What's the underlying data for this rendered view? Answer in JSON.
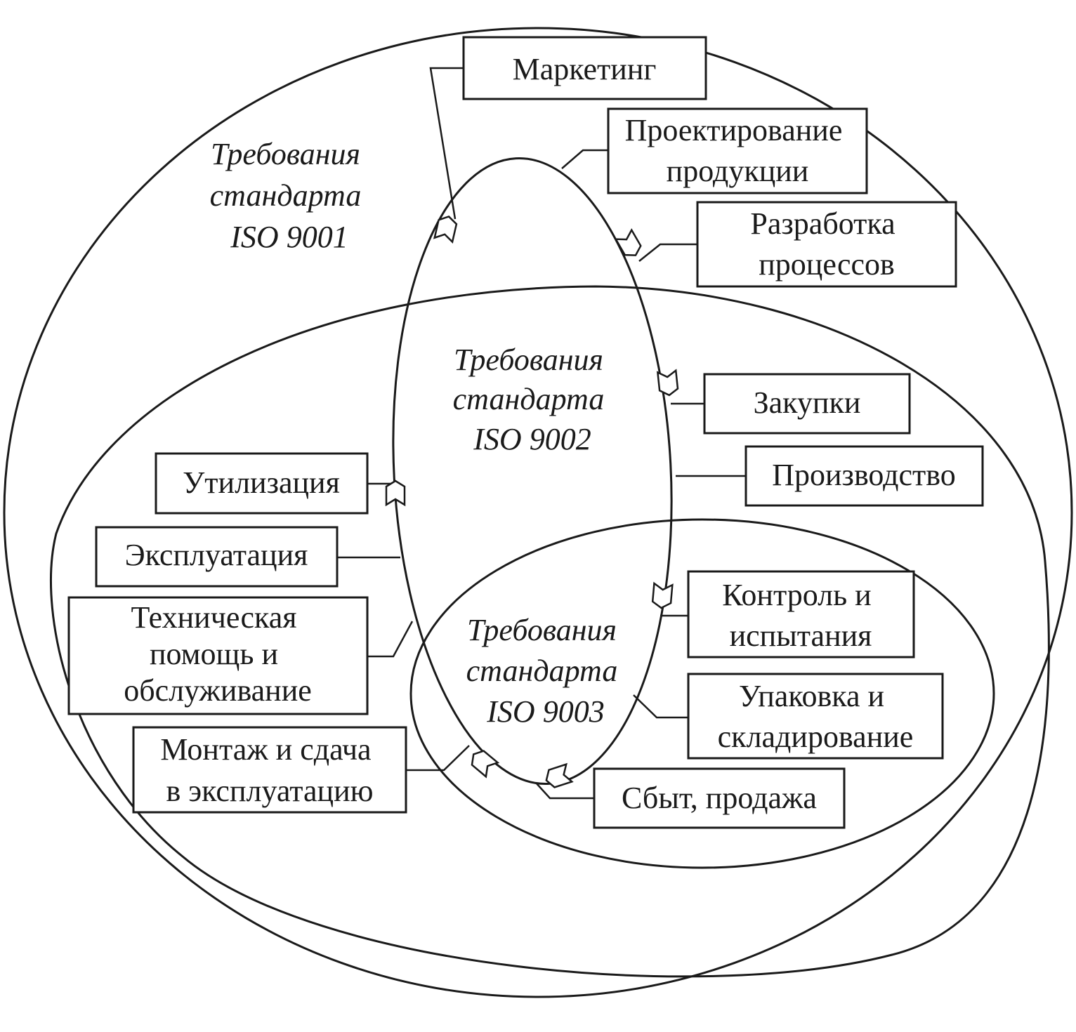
{
  "standards": {
    "iso9001": [
      "Требования",
      "стандарта",
      "ISO 9001"
    ],
    "iso9002": [
      "Требования",
      "стандарта",
      "ISO 9002"
    ],
    "iso9003": [
      "Требования",
      "стандарта",
      "ISO 9003"
    ]
  },
  "stages": {
    "marketing": [
      "Маркетинг"
    ],
    "design": [
      "Проектирование",
      "продукции"
    ],
    "process_dev": [
      "Разработка",
      "процессов"
    ],
    "purchasing": [
      "Закупки"
    ],
    "production": [
      "Производство"
    ],
    "inspection": [
      "Контроль и",
      "испытания"
    ],
    "packaging": [
      "Упаковка и",
      "складирование"
    ],
    "sales": [
      "Сбыт, продажа"
    ],
    "installation": [
      "Монтаж и сдача",
      "в эксплуатацию"
    ],
    "tech_support": [
      "Техническая",
      "помощь и",
      "обслуживание"
    ],
    "operation": [
      "Эксплуатация"
    ],
    "disposal": [
      "Утилизация"
    ]
  }
}
